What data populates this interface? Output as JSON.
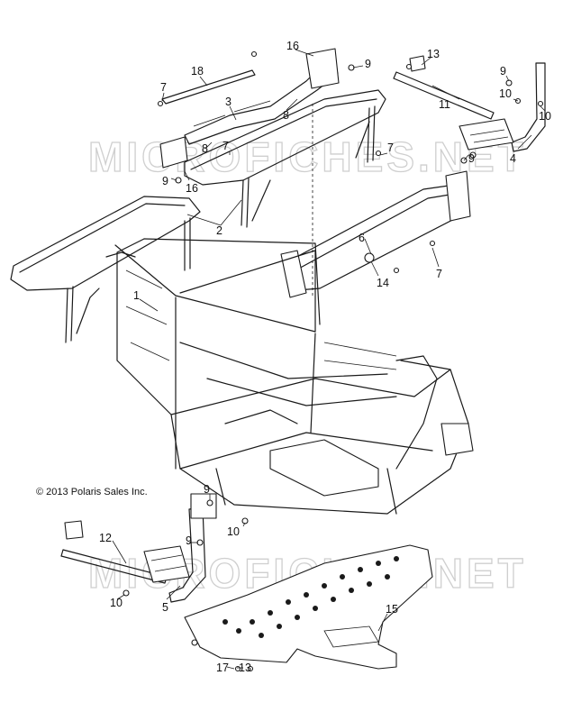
{
  "copyright": "© 2013 Polaris Sales Inc.",
  "watermark": "MICROFICHES.NET",
  "callouts": [
    "1",
    "2",
    "3",
    "4",
    "5",
    "6",
    "7",
    "7",
    "7",
    "7",
    "8",
    "8",
    "9",
    "9",
    "9",
    "9",
    "9",
    "9",
    "10",
    "10",
    "10",
    "10",
    "11",
    "12",
    "13",
    "13",
    "14",
    "15",
    "16",
    "16",
    "17",
    "18"
  ]
}
